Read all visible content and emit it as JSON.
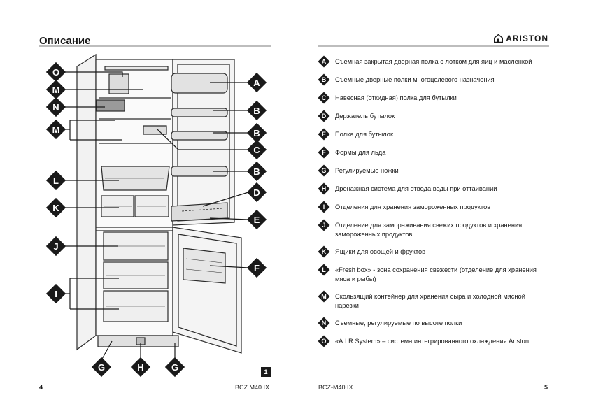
{
  "header": {
    "title": "Описание",
    "brand": "ARISTON"
  },
  "legend": [
    {
      "key": "A",
      "text": "Съемная закрытая дверная полка с лотком для яиц и масленкой"
    },
    {
      "key": "B",
      "text": "Съемные дверные полки многоцелевого назначения"
    },
    {
      "key": "C",
      "text": "Навесная (откидная) полка для бутылки"
    },
    {
      "key": "D",
      "text": "Держатель бутылок"
    },
    {
      "key": "E",
      "text": "Полка для бутылок"
    },
    {
      "key": "F",
      "text": "Формы для льда"
    },
    {
      "key": "G",
      "text": "Регулируемые ножки"
    },
    {
      "key": "H",
      "text": "Дренажная система для отвода воды при оттаивании"
    },
    {
      "key": "I",
      "text": "Отделения для хранения замороженных продуктов"
    },
    {
      "key": "J",
      "text": "Отделение для замораживания свежих продуктов и хранения замороженных продуктов"
    },
    {
      "key": "K",
      "text": "Ящики для овощей и фруктов"
    },
    {
      "key": "L",
      "text": "«Fresh box» - зона сохранения свежести (отделение для хранения мяса и рыбы)"
    },
    {
      "key": "M",
      "text": "Скользящий контейнер для хранения сыра и холодной мясной нарезки"
    },
    {
      "key": "N",
      "text": "Съемные, регулируемые по высоте полки"
    },
    {
      "key": "O",
      "text": "«A.I.R.System» – система интегрированного охлаждения Ariston"
    }
  ],
  "diagram": {
    "figure_number": "1",
    "callouts": [
      "O",
      "M",
      "N",
      "M",
      "L",
      "K",
      "J",
      "I",
      "A",
      "B",
      "B",
      "C",
      "B",
      "D",
      "E",
      "F",
      "G",
      "H",
      "G"
    ]
  },
  "footer": {
    "page_left": "4",
    "model_left": "BCZ M40 IX",
    "model_right": "BCZ-M40 IX",
    "page_right": "5"
  }
}
